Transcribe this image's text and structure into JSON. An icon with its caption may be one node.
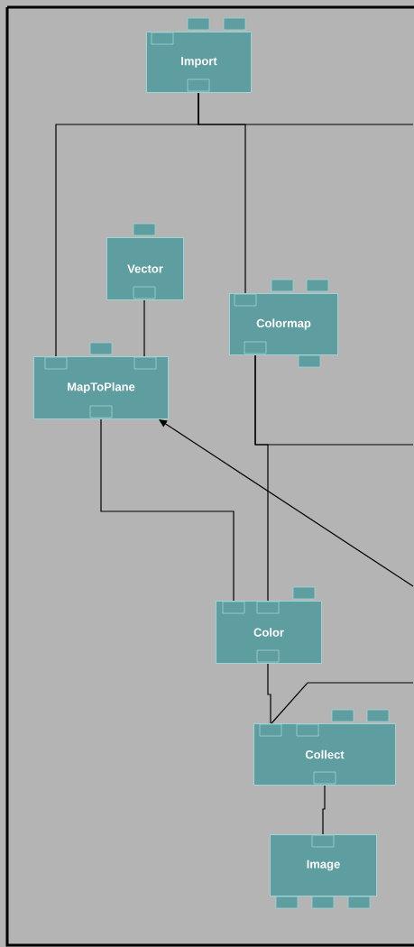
{
  "diagram": {
    "nodes": [
      {
        "text": [
          "Import"
        ]
      },
      {
        "text": [
          "Vector"
        ]
      },
      {
        "text": [
          "Colormap"
        ]
      },
      {
        "text": [
          "MapToPlane"
        ]
      },
      {
        "text": [
          "Color"
        ]
      },
      {
        "text": [
          "Collect"
        ]
      },
      {
        "text": [
          "Image"
        ]
      }
    ],
    "edges": [
      {
        "from": 0,
        "to": 3,
        "arrow": "none"
      },
      {
        "from": 0,
        "to": 2,
        "arrow": "none"
      },
      {
        "from": 0,
        "to": null,
        "arrow": "none"
      },
      {
        "from": 1,
        "to": 3,
        "arrow": "none"
      },
      {
        "from": 3,
        "to": 4,
        "arrow": "none"
      },
      {
        "from": 2,
        "to": 4,
        "arrow": "none"
      },
      {
        "from": 2,
        "to": null,
        "arrow": "none"
      },
      {
        "from": null,
        "to": 3,
        "arrow": "to"
      },
      {
        "from": 4,
        "to": 5,
        "arrow": "none"
      },
      {
        "from": null,
        "to": 5,
        "arrow": "none"
      },
      {
        "from": 5,
        "to": 6,
        "arrow": "none"
      }
    ]
  }
}
